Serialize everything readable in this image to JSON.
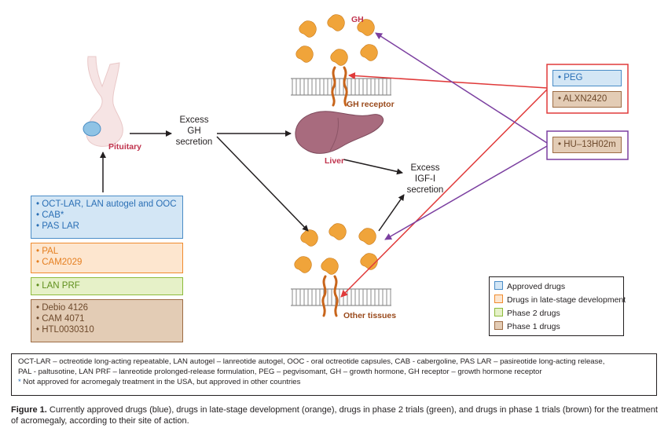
{
  "diagram": {
    "pituitary_label": "Pituitary",
    "excess_gh": [
      "Excess",
      "GH",
      "secretion"
    ],
    "gh_label": "GH",
    "gh_receptor_label": "GH receptor",
    "liver_label": "Liver",
    "excess_igf": [
      "Excess",
      "IGF-I",
      "secretion"
    ],
    "other_tissues_label": "Other tissues",
    "drug_boxes_left": [
      {
        "category": "approved",
        "items": [
          "• OCT-LAR, LAN autogel and OOC",
          "• CAB*",
          "• PAS LAR"
        ]
      },
      {
        "category": "late_stage",
        "items": [
          "• PAL",
          "• CAM2029"
        ]
      },
      {
        "category": "phase2",
        "items": [
          "• LAN PRF"
        ]
      },
      {
        "category": "phase1",
        "items": [
          "• Debio 4126",
          "• CAM 4071",
          "• HTL0030310"
        ]
      }
    ],
    "drug_boxes_right": {
      "peg": "• PEG",
      "alxn": "• ALXN2420",
      "hu": "• HU–13H02m"
    },
    "colors": {
      "approved": "#d3e6f5",
      "late_stage": "#fde6cf",
      "phase2": "#e6f1c8",
      "phase1": "#e3ccb5",
      "red_arrow": "#e03a3a",
      "purple_arrow": "#7b3fa0",
      "gh_molecule": "#f0a43a",
      "liver": "#a86b7e"
    }
  },
  "legend": {
    "items": [
      {
        "label": "Approved drugs",
        "color": "#d3e6f5"
      },
      {
        "label": "Drugs in late-stage development",
        "color": "#fde6cf"
      },
      {
        "label": "Phase 2 drugs",
        "color": "#e6f1c8"
      },
      {
        "label": "Phase 1 drugs",
        "color": "#e3ccb5"
      }
    ]
  },
  "abbreviations": {
    "line1": "OCT-LAR – octreotide long-acting repeatable, LAN autogel – lanreotide autogel, OOC - oral octreotide capsules, CAB - cabergoline, PAS LAR – pasireotide long-acting release,",
    "line2": "PAL - paltusotine, LAN PRF – lanreotide prolonged-release formulation, PEG – pegvisomant, GH – growth hormone, GH receptor – growth hormone receptor",
    "footnote_mark": "*",
    "footnote": " Not approved for acromegaly treatment in the USA, but approved in other countries"
  },
  "caption": {
    "label": "Figure 1.",
    "text": "  Currently approved drugs (blue), drugs in late-stage development (orange), drugs in phase 2 trials (green), and drugs in phase 1 trials (brown) for the treatment of acromegaly, according to their site of action."
  }
}
